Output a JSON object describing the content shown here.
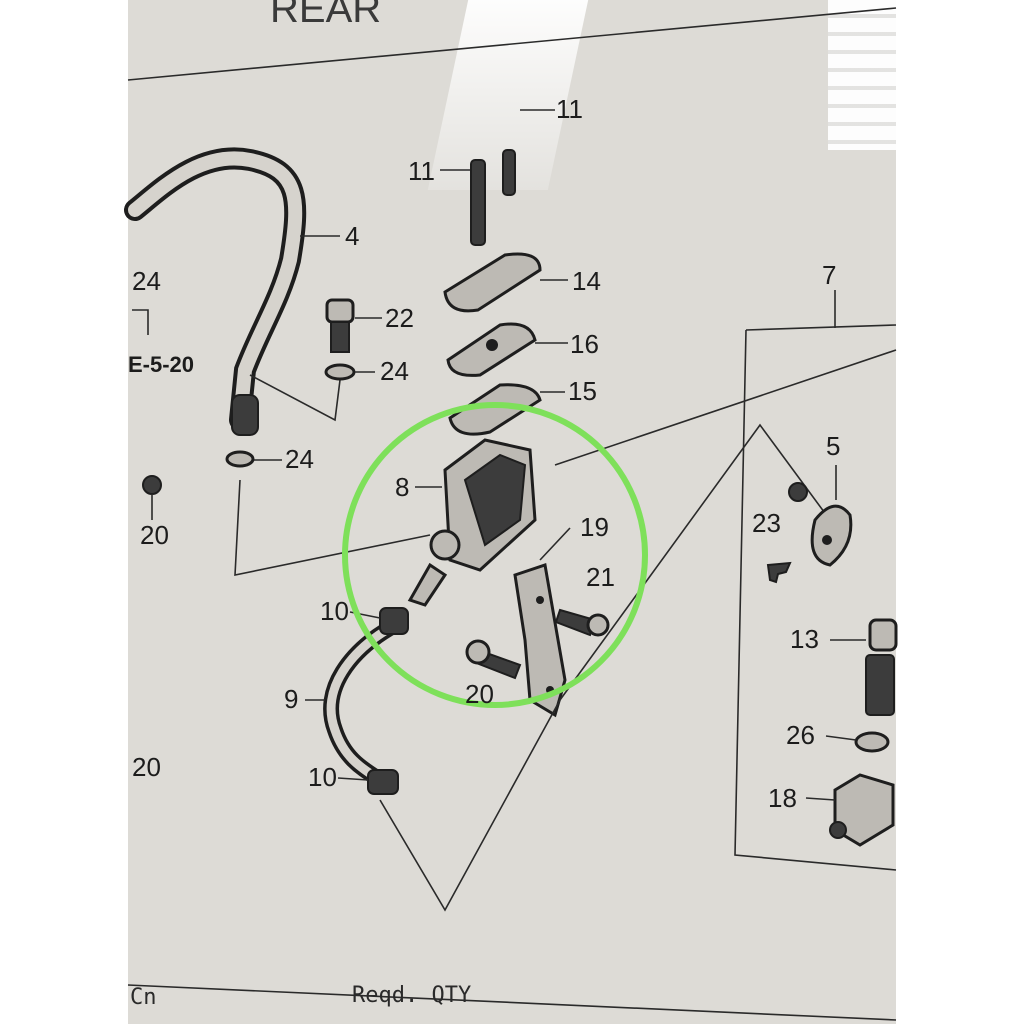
{
  "header": {
    "title_fragment": "REAR"
  },
  "callouts": {
    "c4": "4",
    "c24a": "24",
    "c22": "22",
    "c24b": "24",
    "c24c": "24",
    "c20a": "20",
    "c20b": "20",
    "c20c": "20",
    "c11a": "11",
    "c11b": "11",
    "c14": "14",
    "c16": "16",
    "c15": "15",
    "c8": "8",
    "c19": "19",
    "c21": "21",
    "c10a": "10",
    "c10b": "10",
    "c9": "9",
    "c7": "7",
    "c5": "5",
    "c23": "23",
    "c13": "13",
    "c26": "26",
    "c18": "18"
  },
  "reference": {
    "ref_5_20": "E-5-20"
  },
  "footer": {
    "left": "Cn",
    "reqd_qty": "Reqd. QTY"
  },
  "highlight": {
    "color": "#7ee05a"
  }
}
